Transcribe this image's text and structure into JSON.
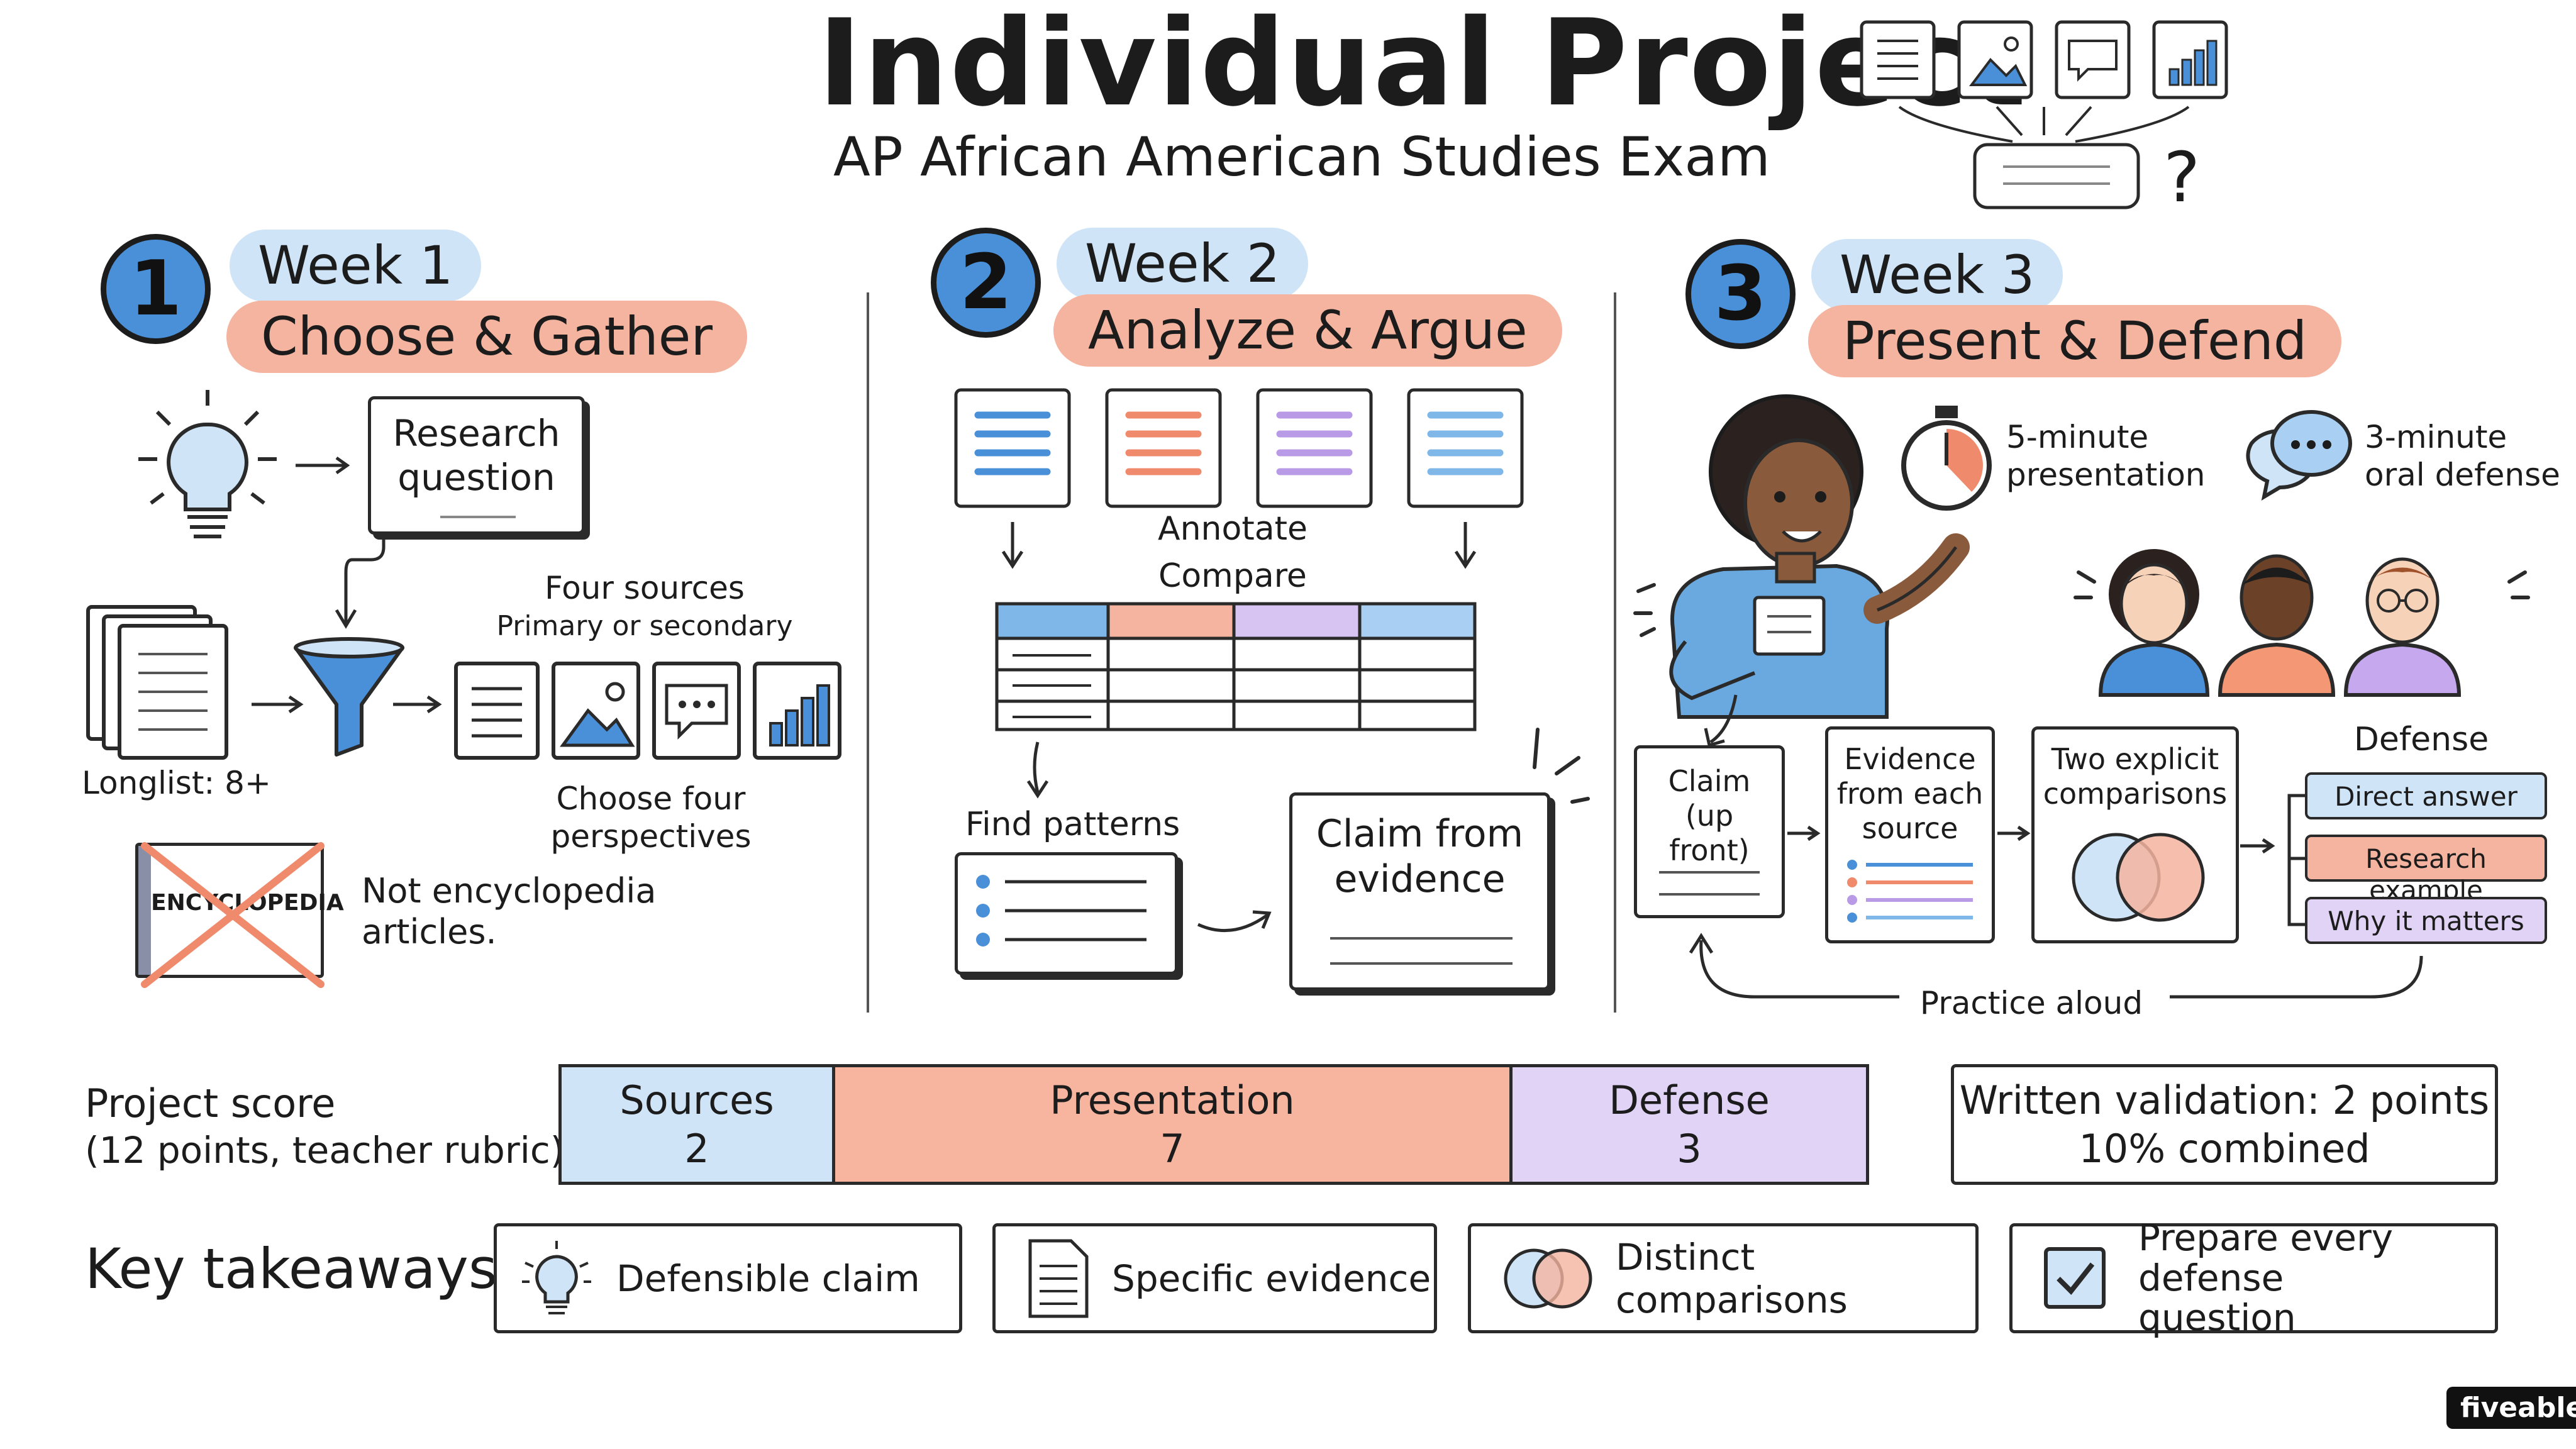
{
  "header": {
    "title": "Individual Project",
    "subtitle": "AP African American Studies Exam"
  },
  "week1": {
    "number": "1",
    "week_label": "Week 1",
    "phase": "Choose & Gather",
    "research_question": "Research question",
    "longlist": "Longlist: 8+",
    "four_sources": "Four sources",
    "source_types": "Primary or secondary",
    "choose_four": "Choose four perspectives",
    "encyclopedia_label": "ENCYCLOPEDIA",
    "not_encyclopedia": "Not encyclopedia articles."
  },
  "week2": {
    "number": "2",
    "week_label": "Week 2",
    "phase": "Analyze & Argue",
    "annotate": "Annotate",
    "compare": "Compare",
    "find_patterns": "Find patterns",
    "claim_from_evidence": "Claim from evidence"
  },
  "week3": {
    "number": "3",
    "week_label": "Week 3",
    "phase": "Present & Defend",
    "presentation_time": "5-minute presentation",
    "defense_time": "3-minute oral defense",
    "claim_box": "Claim (up front)",
    "evidence_box": "Evidence from each source",
    "comparisons_box": "Two explicit comparisons",
    "defense_heading": "Defense",
    "defense_items": [
      "Direct answer",
      "Research example",
      "Why it matters"
    ],
    "practice_aloud": "Practice aloud"
  },
  "score": {
    "label_line1": "Project score",
    "label_line2": "(12 points, teacher rubric)",
    "segments": [
      {
        "name": "Sources",
        "points": "2",
        "color": "#cfe4f7"
      },
      {
        "name": "Presentation",
        "points": "7",
        "color": "#f7b5a0"
      },
      {
        "name": "Defense",
        "points": "3",
        "color": "#e1d3f5"
      }
    ],
    "written_line1": "Written validation: 2 points",
    "written_line2": "10% combined"
  },
  "takeaways": {
    "heading": "Key takeaways:",
    "items": [
      "Defensible claim",
      "Specific evidence",
      "Distinct comparisons",
      "Prepare every defense question"
    ]
  },
  "brand": "fiveable",
  "colors": {
    "blue": "#4a90d9",
    "light_blue": "#cfe4f7",
    "salmon": "#f4b49f",
    "lavender": "#e1d3f5"
  }
}
